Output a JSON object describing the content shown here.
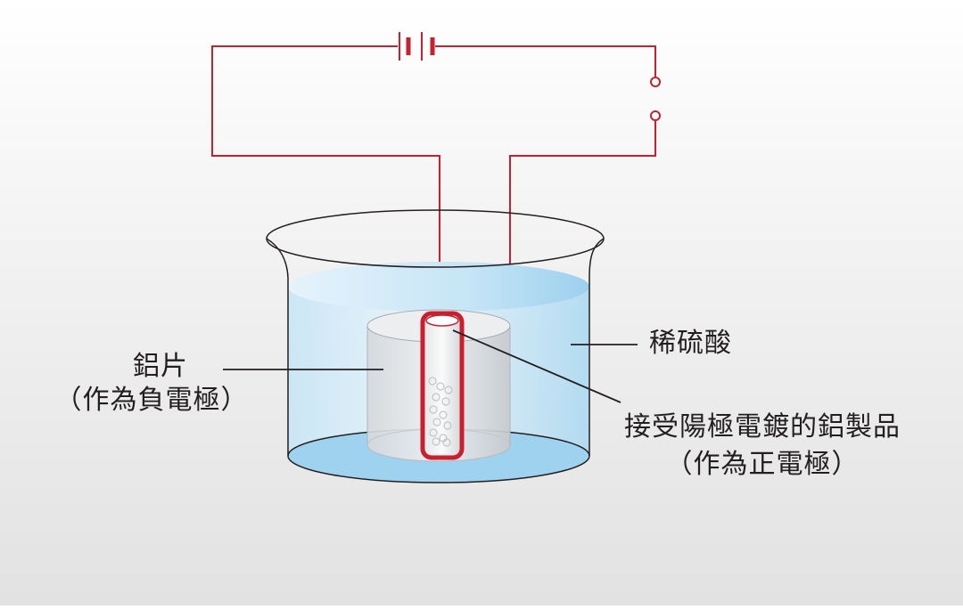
{
  "diagram": {
    "labels": {
      "aluminum_sheet": "鋁片",
      "aluminum_sheet_role": "（作為負電極）",
      "acid": "稀硫酸",
      "workpiece": "接受陽極電鍍的鋁製品",
      "workpiece_role": "（作為正電極）"
    },
    "colors": {
      "wire": "#c8202f",
      "electrode": "#c8202f",
      "liquid": "#b9dff4",
      "leader_line": "#231f20",
      "text": "#231f20"
    }
  }
}
